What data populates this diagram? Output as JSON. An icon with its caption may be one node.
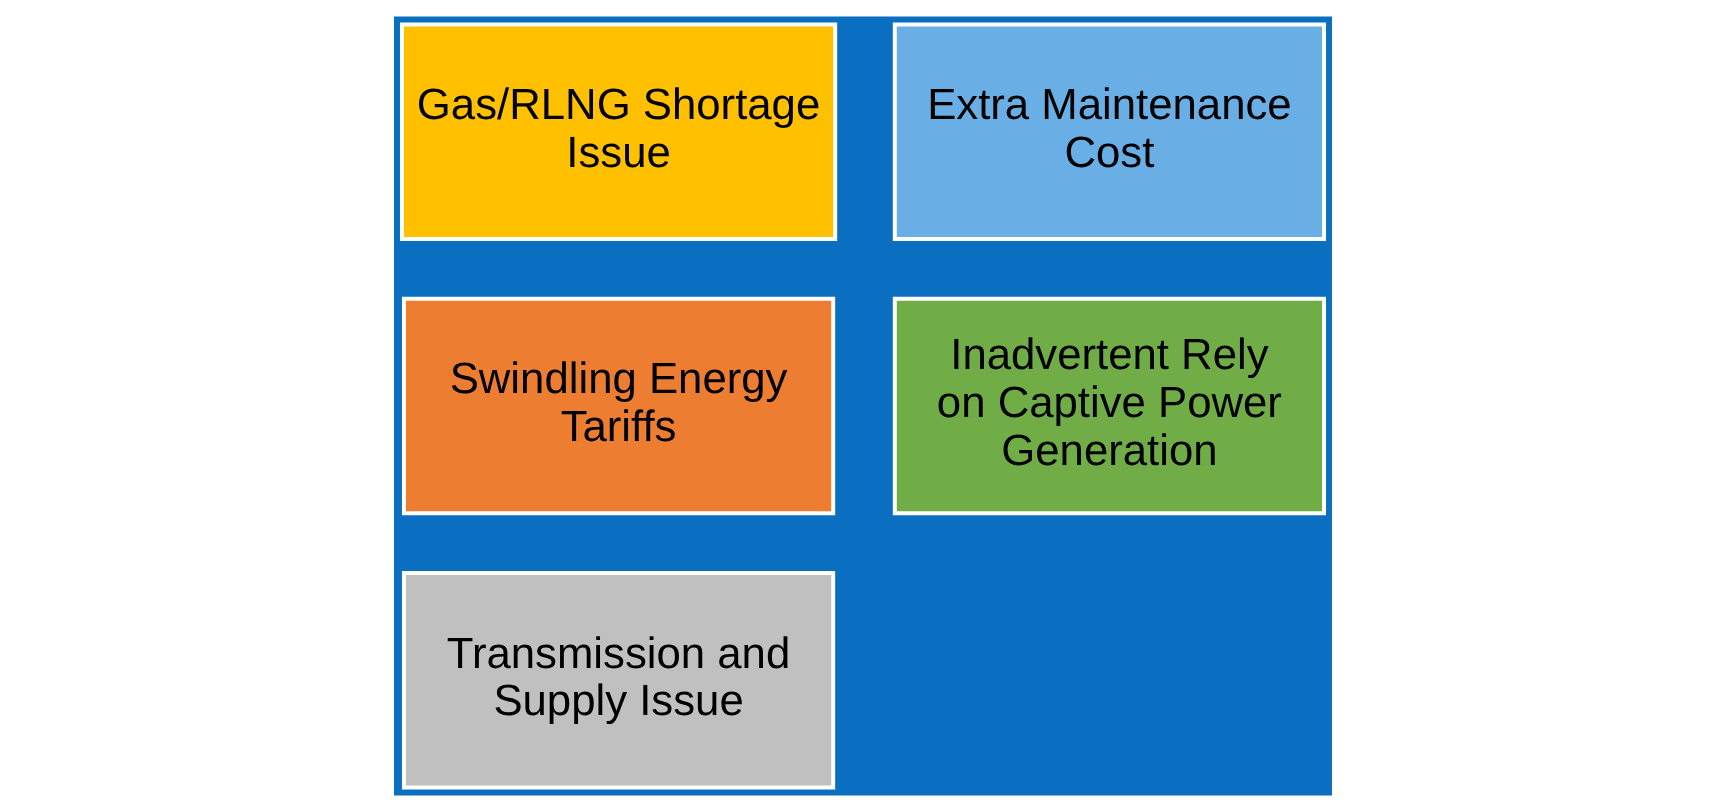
{
  "diagram": {
    "nodes": [
      {
        "text": [
          "Swindling Energy Tariffs"
        ]
      },
      {
        "text": [
          "Transmission and Supply Issue"
        ]
      },
      {
        "text": [
          "Gas/RLNG Shortage Issue"
        ]
      },
      {
        "text": [
          "Extra Maintenance Cost"
        ]
      },
      {
        "text": [
          "Inadvertent Rely on Captive Power Generation"
        ]
      }
    ]
  }
}
